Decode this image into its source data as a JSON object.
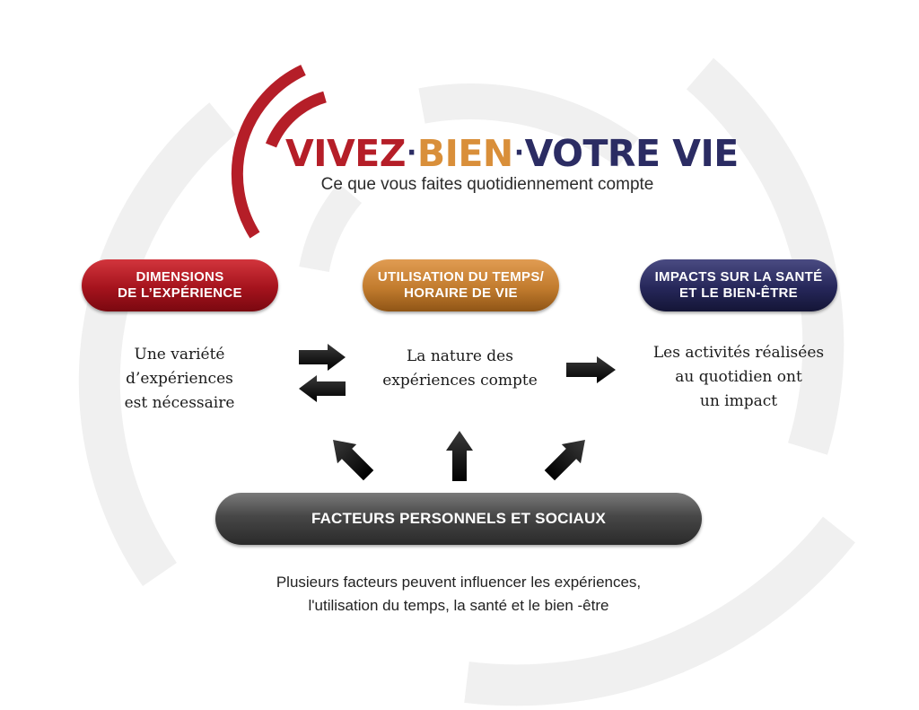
{
  "logo": {
    "word1": "VIVEZ",
    "separator": "·",
    "word2": "BIEN",
    "word3": "VOTRE VIE",
    "subtitle": "Ce que vous faites quotidiennement compte"
  },
  "pills": [
    {
      "line1": "DIMENSIONS",
      "line2": "DE L’EXPÉRIENCE",
      "color": "#a5131d"
    },
    {
      "line1": "UTILISATION DU TEMPS/",
      "line2": "HORAIRE DE VIE",
      "color": "#c27c2e"
    },
    {
      "line1": "IMPACTS SUR LA SANTÉ",
      "line2": "ET LE BIEN-ÊTRE",
      "color": "#26275a"
    }
  ],
  "descriptions": [
    {
      "lines": [
        "Une variété",
        "d’expériences",
        "est nécessaire"
      ]
    },
    {
      "lines": [
        "La nature des",
        "expériences compte"
      ]
    },
    {
      "lines": [
        "Les activités réalisées",
        "au quotidien ont",
        "un impact"
      ]
    }
  ],
  "bottom_bar": {
    "label": "FACTEURS PERSONNELS ET SOCIAUX",
    "color": "#474747"
  },
  "footer": {
    "line1": "Plusieurs facteurs peuvent influencer les expériences,",
    "line2": "l'utilisation du temps, la santé et le bien -être"
  },
  "colors": {
    "red": "#b51e28",
    "gold": "#d98f3a",
    "navy": "#2b2c63",
    "background_arcs": "#f0f0f0"
  },
  "icons": [
    "arrow-right-icon",
    "arrow-left-icon",
    "arrow-up-icon"
  ]
}
